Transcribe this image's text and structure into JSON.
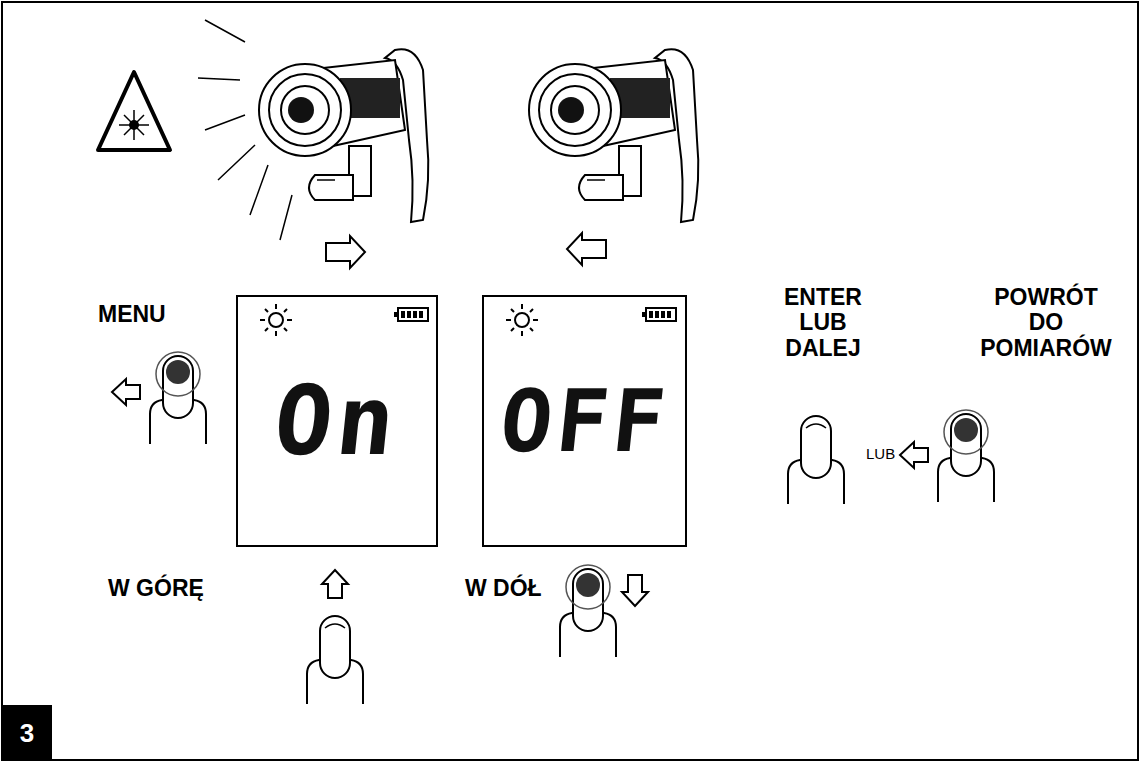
{
  "diagram": {
    "nodes": [
      {
        "text": [
          "On"
        ]
      },
      {
        "text": [
          "OFF"
        ]
      },
      {
        "text": [
          "3"
        ]
      }
    ],
    "labels": [
      "MENU",
      "ENTER LUB DALEJ",
      "LUB",
      "POWRÓT DO POMIARÓW",
      "W GÓRĘ",
      "W DÓŁ"
    ]
  }
}
